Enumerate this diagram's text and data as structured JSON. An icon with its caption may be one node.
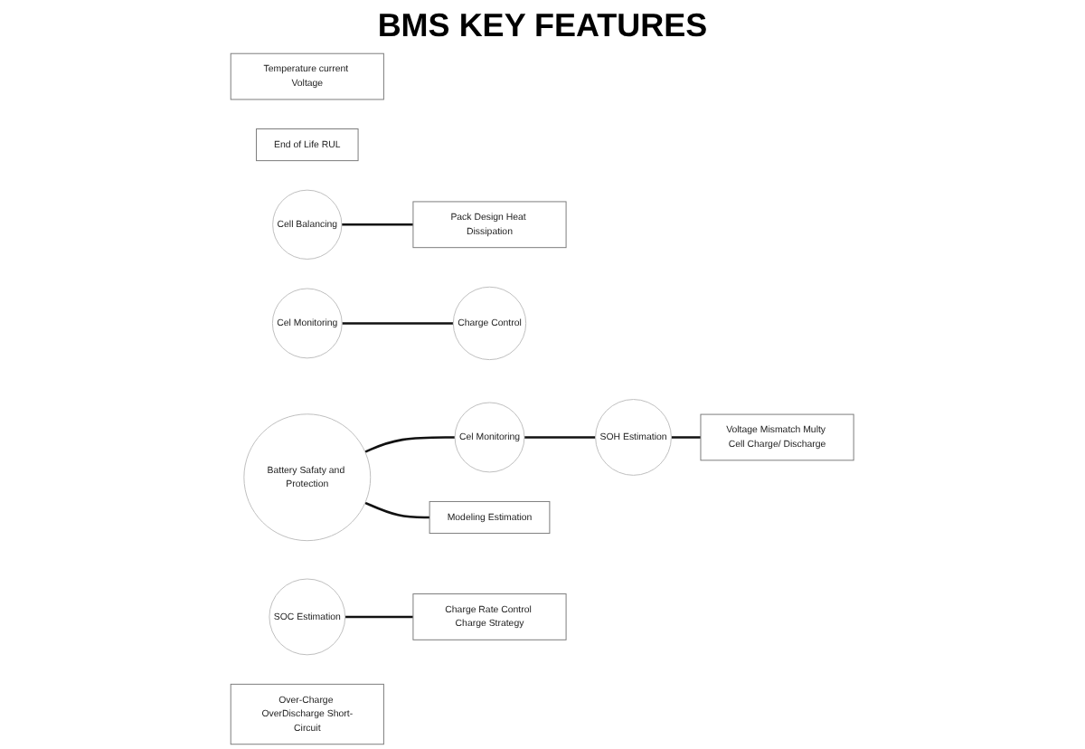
{
  "diagram": {
    "title": "BMS KEY FEATURES",
    "nodes": [
      {
        "text": [
          "Cel Monitoring"
        ]
      },
      {
        "text": [
          "Temperature current Voltage"
        ]
      },
      {
        "text": [
          "SOH Estimation"
        ]
      },
      {
        "text": [
          "End of Life RUL"
        ]
      },
      {
        "text": [
          "Cell Balancing"
        ]
      },
      {
        "text": [
          "Voltage Mismatch Multy Cell Charge/ Discharge"
        ]
      },
      {
        "text": [
          "Cel Monitoring"
        ]
      },
      {
        "text": [
          "Pack Design Heat Dissipation"
        ]
      },
      {
        "text": [
          "Charge Control"
        ]
      },
      {
        "text": [
          "Charge Rate Control Charge Strategy"
        ]
      },
      {
        "text": [
          "SOC Estimation"
        ]
      },
      {
        "text": [
          "Modeling Estimation"
        ]
      },
      {
        "text": [
          "Battery Safaty and Protection"
        ]
      },
      {
        "text": [
          "Over-Charge OverDischarge Short-Circuit"
        ]
      }
    ],
    "edges": [
      {
        "from": 12,
        "to": 0,
        "arrow": "none"
      },
      {
        "from": 0,
        "to": 2,
        "arrow": "none"
      },
      {
        "from": 2,
        "to": 5,
        "arrow": "none"
      },
      {
        "from": 4,
        "to": 7,
        "arrow": "none"
      },
      {
        "from": 6,
        "to": 8,
        "arrow": "none"
      },
      {
        "from": 10,
        "to": 9,
        "arrow": "none"
      },
      {
        "from": 12,
        "to": 11,
        "arrow": "none"
      }
    ]
  }
}
